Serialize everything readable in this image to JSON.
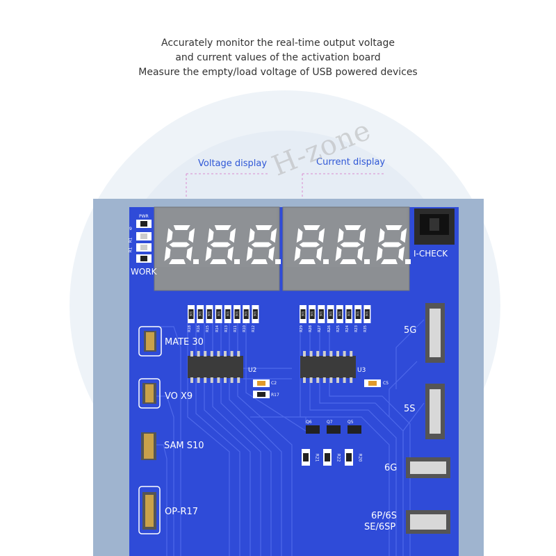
{
  "intro": {
    "line1": "Accurately monitor the real-time output voltage",
    "line2": "and current values of the activation board",
    "line3": "Measure the empty/load voltage of USB powered devices"
  },
  "callouts": {
    "voltage": "Voltage display",
    "current": "Current display"
  },
  "watermark": "H-zone",
  "displays": {
    "voltage_readout": "8.8.8.",
    "current_readout": "8.8.8."
  },
  "board": {
    "pwr": "PWR",
    "work": "WORK",
    "icheck": "I-CHECK",
    "left_side_refs": [
      "R1",
      "R1",
      "9"
    ],
    "ports_left": [
      "MATE 30",
      "VO X9",
      "SAM S10",
      "OP-R17"
    ],
    "ports_right": [
      "5G",
      "5S",
      "6G",
      "6P/6S",
      "SE/6SP"
    ],
    "u2": "U2",
    "u3": "U3",
    "c2": "C2",
    "r17": "R17",
    "c5": "C5",
    "resistor_row_left": [
      "R18",
      "R16",
      "R15",
      "R14",
      "R13",
      "R11",
      "R10",
      "R12"
    ],
    "resistor_row_right": [
      "R29",
      "R28",
      "R27",
      "R26",
      "R25",
      "R24",
      "R23",
      "R35"
    ],
    "transistors": [
      "Q6",
      "Q7",
      "Q5"
    ],
    "lower_resistors": [
      "R21",
      "R22",
      "R20"
    ],
    "resistor_mark": "301"
  },
  "colors": {
    "pcb": "#2f4bd8",
    "pcb_trace": "#4e69ea",
    "display_bg": "#8c8f93",
    "callout_text": "#2f57d6"
  }
}
